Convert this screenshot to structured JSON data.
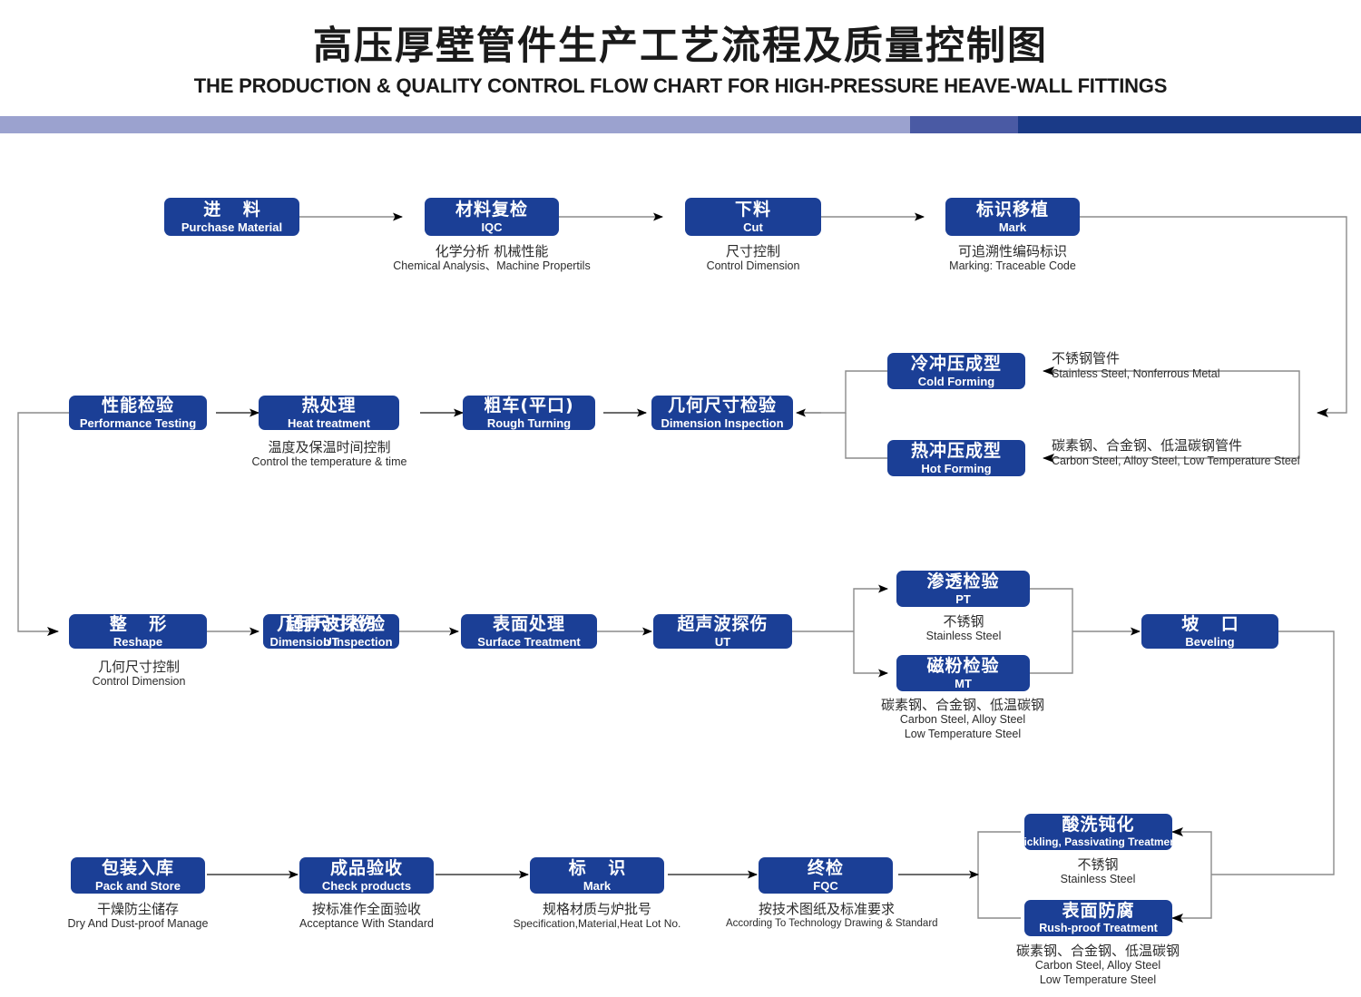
{
  "header": {
    "title_cn": "高压厚壁管件生产工艺流程及质量控制图",
    "title_en": "THE PRODUCTION & QUALITY CONTROL FLOW CHART FOR HIGH-PRESSURE HEAVE-WALL  FITTINGS",
    "bar_colors": [
      "#9ba2cf",
      "#4a5aa4",
      "#1a3a87"
    ]
  },
  "style": {
    "box_color": "#1b3f96",
    "box_text_color": "#ffffff",
    "line_color": "#8b8b8b",
    "arrow_color": "#000000",
    "note_color": "#2b2b2b"
  },
  "nodes": {
    "purchase": {
      "cn": "进 料",
      "en": "Purchase Material"
    },
    "iqc": {
      "cn": "材料复检",
      "en": "IQC"
    },
    "cut": {
      "cn": "下料",
      "en": "Cut"
    },
    "mark1": {
      "cn": "标识移植",
      "en": "Mark"
    },
    "cold_forming": {
      "cn": "冷冲压成型",
      "en": "Cold Forming"
    },
    "hot_forming": {
      "cn": "热冲压成型",
      "en": "Hot Forming"
    },
    "dim_insp1": {
      "cn": "几何尺寸检验",
      "en": "Dimension Inspection"
    },
    "rough_turning": {
      "cn": "粗车(平口)",
      "en": "Rough Turning"
    },
    "heat_treatment": {
      "cn": "热处理",
      "en": "Heat treatment"
    },
    "performance": {
      "cn": "性能检验",
      "en": "Performance Testing"
    },
    "reshape": {
      "cn": "整 形",
      "en": "Reshape"
    },
    "dim_insp2": {
      "cn": "几何尺寸检验",
      "en": "Dimension Inspection"
    },
    "dim_insp2_overlay": {
      "cn": "超声波探伤",
      "en": "UT"
    },
    "surface_treatment": {
      "cn": "表面处理",
      "en": "Surface Treatment"
    },
    "ut": {
      "cn": "超声波探伤",
      "en": "UT"
    },
    "pt": {
      "cn": "渗透检验",
      "en": "PT"
    },
    "mt": {
      "cn": "磁粉检验",
      "en": "MT"
    },
    "beveling": {
      "cn": "坡 口",
      "en": "Beveling"
    },
    "pickling": {
      "cn": "酸洗钝化",
      "en": "Pickling, Passivating  Treatment"
    },
    "rustproof": {
      "cn": "表面防腐",
      "en": "Rush-proof Treatment"
    },
    "fqc": {
      "cn": "终检",
      "en": "FQC"
    },
    "mark2": {
      "cn": "标 识",
      "en": "Mark"
    },
    "check_products": {
      "cn": "成品验收",
      "en": "Check products"
    },
    "pack_store": {
      "cn": "包装入库",
      "en": "Pack and Store"
    }
  },
  "notes": {
    "iqc": {
      "cn": "化学分析 机械性能",
      "en": "Chemical  Analysis、Machine Propertils"
    },
    "cut": {
      "cn": "尺寸控制",
      "en": "Control Dimension"
    },
    "mark1": {
      "cn": "可追溯性编码标识",
      "en": "Marking: Traceable  Code"
    },
    "heat_treatment": {
      "cn": "温度及保温时间控制",
      "en": "Control the  temperature  &  time"
    },
    "reshape": {
      "cn": "几何尺寸控制",
      "en": "Control Dimension"
    },
    "pt": {
      "cn": "不锈钢",
      "en": "Stainless Steel"
    },
    "mt": {
      "cn": "碳素钢、合金钢、低温碳钢",
      "en": "Carbon Steel, Alloy Steel\nLow Temperature Steel"
    },
    "mt_en1": "Carbon Steel, Alloy Steel",
    "mt_en2": "Low Temperature Steel",
    "pickling": {
      "cn": "不锈钢",
      "en": "Stainless Steel"
    },
    "rustproof": {
      "cn": "碳素钢、合金钢、低温碳钢",
      "en": "Carbon Steel, Alloy Steel"
    },
    "rustproof_en2": "Low Temperature Steel",
    "fqc": {
      "cn": "按技术图纸及标准要求",
      "en": "According To Technology Drawing & Standard"
    },
    "mark2": {
      "cn": "规格材质与炉批号",
      "en": "Specification,Material,Heat Lot No."
    },
    "check_products": {
      "cn": "按标准作全面验收",
      "en": "Acceptance  With  Standard"
    },
    "pack_store": {
      "cn": "干燥防尘储存",
      "en": "Dry  And Dust-proof  Manage"
    }
  },
  "side_labels": {
    "cold_forming": {
      "cn": "不锈钢管件",
      "en": "Stainless Steel, Nonferrous Metal"
    },
    "hot_forming": {
      "cn": "碳素钢、合金钢、低温碳钢管件",
      "en": "Carbon Steel, Alloy Steel, Low Temperature Steel"
    }
  }
}
